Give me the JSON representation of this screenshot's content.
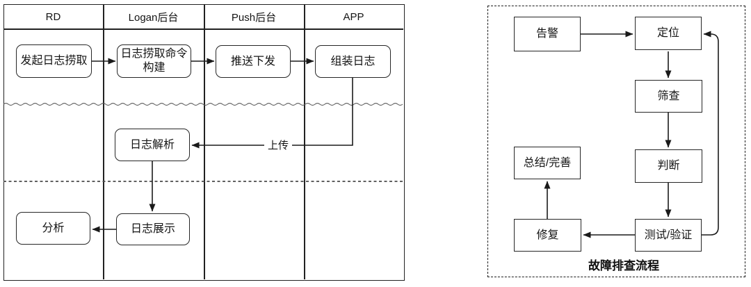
{
  "left": {
    "lanes": [
      {
        "label": "RD"
      },
      {
        "label": "Logan后台"
      },
      {
        "label": "Push后台"
      },
      {
        "label": "APP"
      }
    ],
    "nodes": {
      "initiate": "发起日志捞取",
      "command": "日志捞取命令构建",
      "push": "推送下发",
      "assemble": "组装日志",
      "parse": "日志解析",
      "display": "日志展示",
      "analyze": "分析"
    },
    "upload_label": "上传"
  },
  "right": {
    "nodes": {
      "alert": "告警",
      "locate": "定位",
      "screen": "筛查",
      "judge": "判断",
      "test": "测试/验证",
      "fix": "修复",
      "summary": "总结/完善"
    },
    "caption": "故障排查流程"
  }
}
